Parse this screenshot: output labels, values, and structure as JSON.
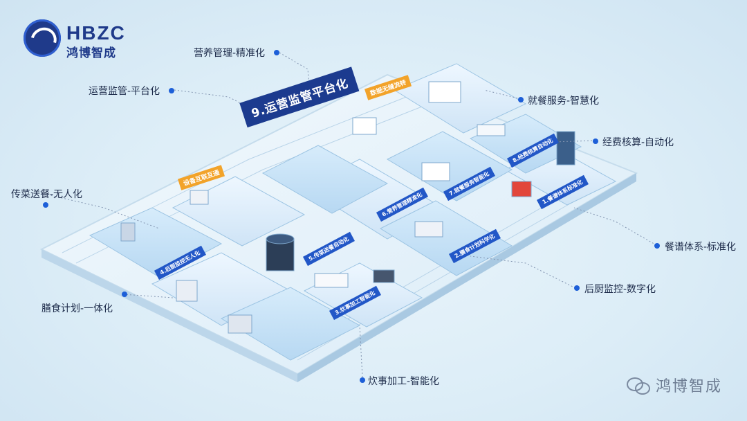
{
  "logo": {
    "en": "HBZC",
    "cn": "鸿博智成"
  },
  "title": "9.运营监管平台化",
  "labels": {
    "nutrition": "营养管理-精准化",
    "operations": "运营监管-平台化",
    "dining": "就餐服务-智慧化",
    "expense": "经费核算-自动化",
    "delivery": "传菜送餐-无人化",
    "recipe": "餐谱体系-标准化",
    "kitchen": "后厨监控-数字化",
    "meal_plan": "膳食计划-一体化",
    "cooking": "炊事加工-智能化"
  },
  "tags": {
    "data_flow": "数据无缝流转",
    "device_link": "设备互联互通"
  },
  "modules": [
    "1.餐谱体系标准化",
    "2.膳食计划科学化",
    "3.炊事加工智能化",
    "4.后厨监控无人化",
    "5.传菜送餐自动化",
    "6.营养管理精准化",
    "7.就餐服务智能化",
    "8.经费核算自动化"
  ],
  "watermark": "鸿博智成",
  "colors": {
    "brand": "#1f3a8a",
    "accent": "#1d5fd8",
    "orange": "#f2a32a"
  }
}
